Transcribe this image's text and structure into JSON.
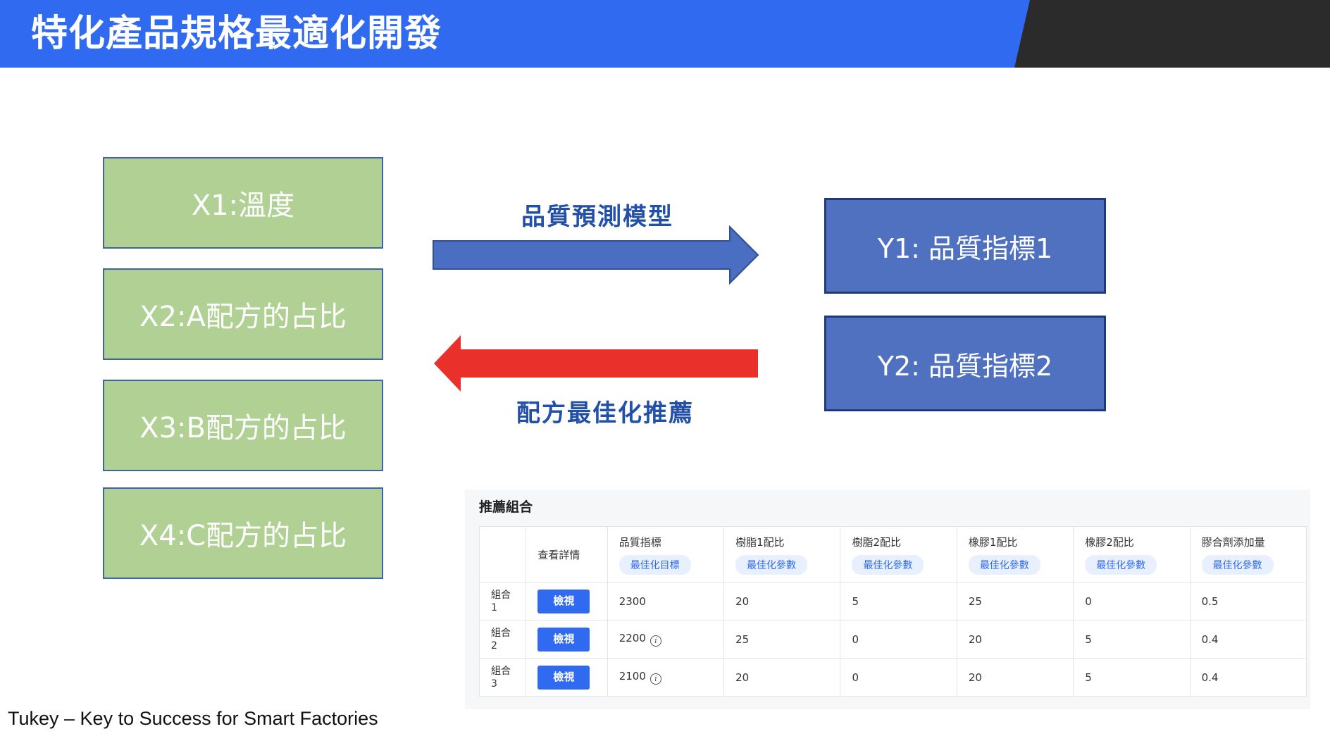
{
  "header": {
    "title": "特化產品規格最適化開發"
  },
  "inputs": [
    {
      "label": "X1:溫度"
    },
    {
      "label": "X2:A配方的占比"
    },
    {
      "label": "X3:B配方的占比"
    },
    {
      "label": "X4:C配方的占比"
    }
  ],
  "outputs": [
    {
      "label": "Y1: 品質指標1"
    },
    {
      "label": "Y2: 品質指標2"
    }
  ],
  "arrows": {
    "forward_label": "品質預測模型",
    "backward_label": "配方最佳化推薦",
    "forward_color": "#4a6ec1",
    "backward_color": "#e9302a"
  },
  "panel": {
    "title": "推薦組合",
    "columns": [
      {
        "name": "",
        "tag": ""
      },
      {
        "name": "查看詳情",
        "tag": ""
      },
      {
        "name": "品質指標",
        "tag": "最佳化目標"
      },
      {
        "name": "樹脂1配比",
        "tag": "最佳化參數"
      },
      {
        "name": "樹脂2配比",
        "tag": "最佳化參數"
      },
      {
        "name": "橡膠1配比",
        "tag": "最佳化參數"
      },
      {
        "name": "橡膠2配比",
        "tag": "最佳化參數"
      },
      {
        "name": "膠合劑添加量",
        "tag": "最佳化參數"
      }
    ],
    "view_label": "檢視",
    "rows": [
      {
        "name_top": "組合",
        "name_bottom": "1",
        "quality": "2300",
        "resin1": "20",
        "resin2": "5",
        "rubber1": "25",
        "rubber2": "0",
        "binder": "0.5"
      },
      {
        "name_top": "組合",
        "name_bottom": "2",
        "quality": "2200",
        "resin1": "25",
        "resin2": "0",
        "rubber1": "20",
        "rubber2": "5",
        "binder": "0.4"
      },
      {
        "name_top": "組合",
        "name_bottom": "3",
        "quality": "2100",
        "resin1": "20",
        "resin2": "0",
        "rubber1": "20",
        "rubber2": "5",
        "binder": "0.4"
      }
    ]
  },
  "footer": {
    "text": "Tukey – Key to Success for Smart Factories"
  },
  "colors": {
    "header_blue": "#2f6af0",
    "input_green": "#b0d094",
    "output_blue": "#4f71c0",
    "button_blue": "#2f6af0"
  }
}
